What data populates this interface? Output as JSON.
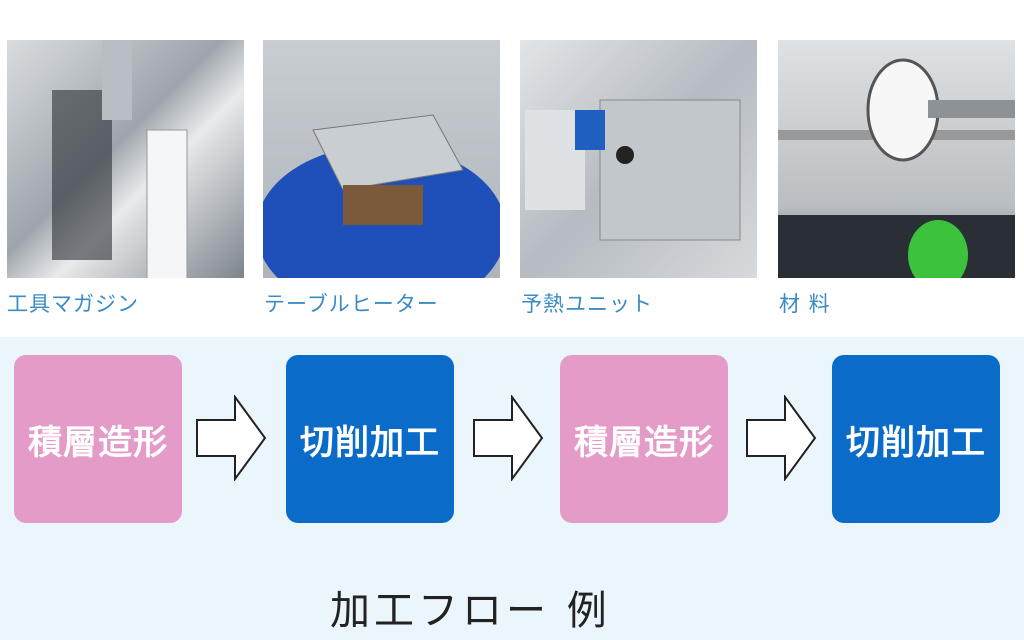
{
  "photos": [
    {
      "caption": "工具マガジン",
      "icon": "tool-magazine-photo"
    },
    {
      "caption": "テーブルヒーター",
      "icon": "table-heater-photo"
    },
    {
      "caption": "予熱ユニット",
      "icon": "preheat-unit-photo"
    },
    {
      "caption": "材 料",
      "icon": "material-spool-photo"
    }
  ],
  "flow": {
    "steps": [
      "積層造形",
      "切削加工",
      "積層造形",
      "切削加工"
    ],
    "colors": {
      "additive": "#e49bc8",
      "cutting": "#0a6cc8"
    },
    "title": "加工フロー 例"
  }
}
